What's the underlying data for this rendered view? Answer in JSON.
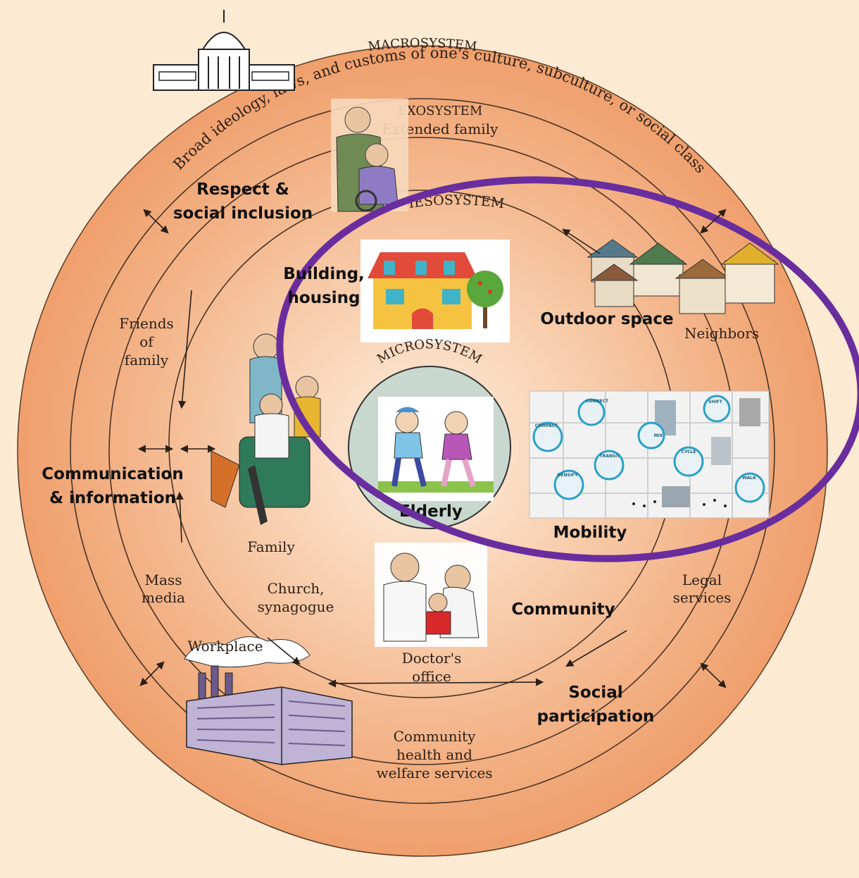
{
  "systems": {
    "macro": "MACROSYSTEM",
    "macro_desc": "Broad ideology, laws, and customs of one's culture, subculture, or social class",
    "exo": "EXOSYSTEM",
    "exo_sub": "Extended family",
    "meso": "MESOSYSTEM",
    "micro": "MICROSYSTEM"
  },
  "center_label": "Elderly",
  "domains": {
    "respect_1": "Respect &",
    "respect_2": "social inclusion",
    "building_1": "Building,",
    "building_2": "housing",
    "outdoor": "Outdoor space",
    "communication_1": "Communication",
    "communication_2": "& information",
    "mobility": "Mobility",
    "community": "Community",
    "social_1": "Social",
    "social_2": "participation"
  },
  "settings": {
    "friends_1": "Friends",
    "friends_2": "of",
    "friends_3": "family",
    "neighbors": "Neighbors",
    "family": "Family",
    "mass_1": "Mass",
    "mass_2": "media",
    "church_1": "Church,",
    "church_2": "synagogue",
    "legal_1": "Legal",
    "legal_2": "services",
    "workplace": "Workplace",
    "doctor_1": "Doctor's",
    "doctor_2": "office",
    "chws_1": "Community",
    "chws_2": "health and",
    "chws_3": "welfare services"
  },
  "map_labels": {
    "connect": "CONNECT",
    "compact": "COMPACT",
    "mix": "MIX",
    "transit": "TRANSIT",
    "shift": "SHIFT",
    "cycle": "CYCLE",
    "densify": "DENSIFY",
    "walk": "WALK"
  },
  "colors": {
    "background": "#fcebd2",
    "ring": "#f1a577",
    "center_glow": "#fde9d6",
    "highlight_ellipse": "#6a2d9e",
    "micro_disc": "#c9d8cf"
  }
}
